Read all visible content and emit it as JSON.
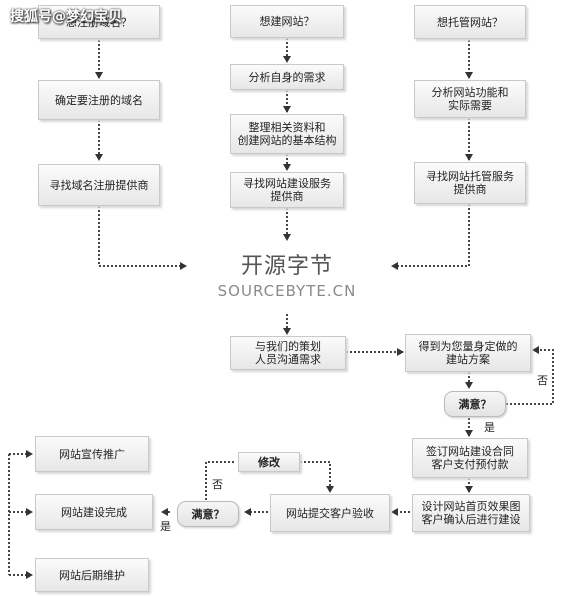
{
  "watermark": "搜狐号@梦幻宝贝",
  "brand": {
    "cn": "开源字节",
    "en": "SOURCEBYTE.CN"
  },
  "left_column": {
    "step1": "想注册域名？",
    "step2": "确定要注册的域名",
    "step3": "寻找域名注册提供商"
  },
  "middle_column": {
    "step1": "想建网站？",
    "step2": "分析自身的需求",
    "step3": "整理相关资料和\n创建网站的基本结构",
    "step4": "寻找网站建设服务\n提供商"
  },
  "right_column": {
    "step1": "想托管网站？",
    "step2": "分析网站功能和\n实际需要",
    "step3": "寻找网站托管服务\n提供商"
  },
  "process": {
    "consult": "与我们的策划\n人员沟通需求",
    "plan": "得到为您量身定做的\n建站方案",
    "satisfied_1": "满意？",
    "no_1": "否",
    "yes_1": "是",
    "contract": "签订网站建设合同\n客户支付预付款",
    "design": "设计网站首页效果图\n客户确认后进行建设",
    "acceptance": "网站提交客户验收",
    "satisfied_2": "满意？",
    "modify": "修改",
    "no_2": "否",
    "yes_2": "是",
    "promotion": "网站宣传推广",
    "complete": "网站建设完成",
    "maintenance": "网站后期维护"
  }
}
